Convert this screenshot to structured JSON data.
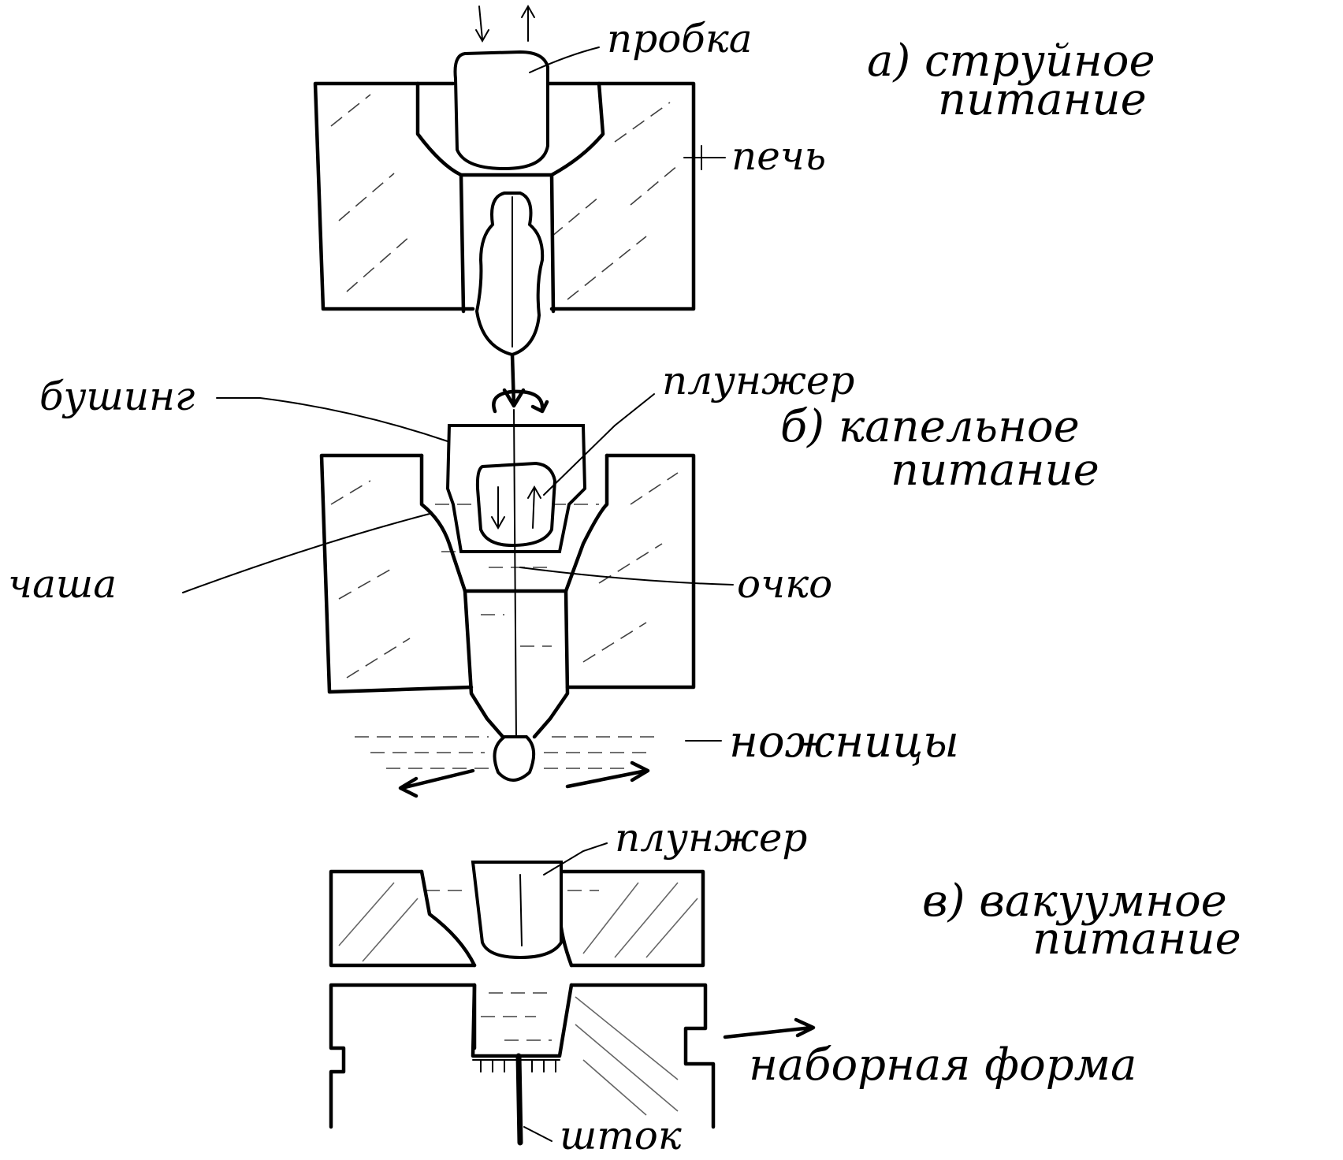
{
  "labels": {
    "probka": "пробка",
    "a_title_1": "а) струйное",
    "a_title_2": "питание",
    "pech": "печь",
    "bushing": "бушинг",
    "plunger_top": "плунжер",
    "b_title_1": "б) капельное",
    "b_title_2": "питание",
    "chasha": "чаша",
    "ochko": "очко",
    "nozhnitsy": "ножницы",
    "plunger_bottom": "плунжер",
    "v_title_1": "в) вакуумное",
    "v_title_2": "питание",
    "nabornaya_forma": "наборная форма",
    "shtok": "шток"
  },
  "colors": {
    "ink": "#000000",
    "paper": "#ffffff"
  }
}
